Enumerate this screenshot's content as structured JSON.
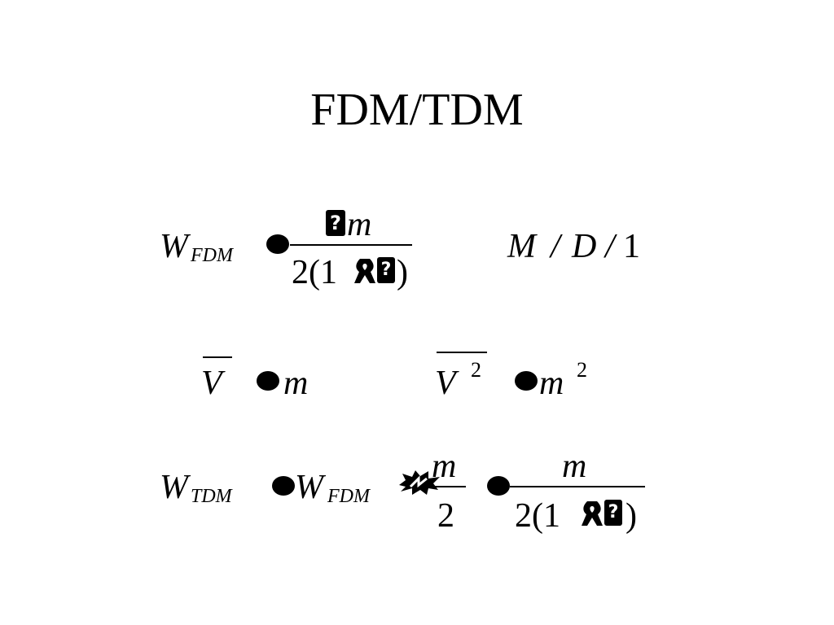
{
  "slide": {
    "title": "FDM/TDM"
  },
  "eq1": {
    "lhs": "W",
    "lhs_sub": "FDM",
    "num_m": "m",
    "den_pre": "2(1",
    "den_post": ")",
    "missing_glyph": "?"
  },
  "model": {
    "M": "M",
    "slash1": "/",
    "D": "D",
    "slash2": "/",
    "one": "1"
  },
  "eq2": {
    "v": "V",
    "rhs": "m"
  },
  "eq3": {
    "v": "V",
    "sup": "2",
    "rhs": "m",
    "rhs_sup": "2"
  },
  "eq4": {
    "lhs": "W",
    "lhs_sub": "TDM",
    "w": "W",
    "w_sub": "FDM",
    "frac1_num": "m",
    "frac1_den": "2",
    "frac2_num": "m",
    "den_pre": "2(1",
    "den_post": ")",
    "missing_glyph": "?"
  },
  "icons": {
    "equals": "filled-oval-symbol",
    "minus": "ribbon-symbol",
    "plus": "burst-symbol",
    "unknown": "missing-glyph-box"
  }
}
